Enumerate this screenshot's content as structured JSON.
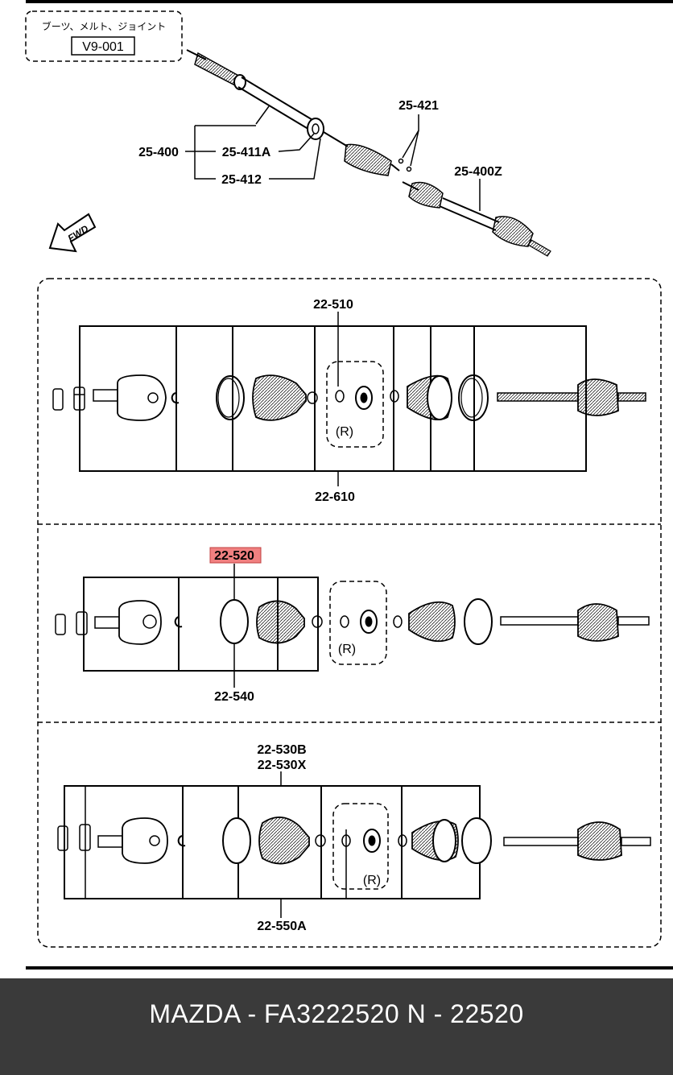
{
  "ref_box": {
    "note": "ブーツ、メルト、ジョイント",
    "code": "V9-001"
  },
  "fwd_label": "FWD",
  "top_labels": {
    "l1": "25-421",
    "l2": "25-400",
    "l3": "25-411A",
    "l4": "25-412",
    "l5": "25-400Z"
  },
  "panels": {
    "p1": {
      "top": "22-510",
      "bottom": "22-610",
      "r": "(R)"
    },
    "p2": {
      "top": "22-520",
      "bottom": "22-540",
      "r": "(R)"
    },
    "p3": {
      "top1": "22-530B",
      "top2": "22-530X",
      "bottom": "22-550A",
      "r": "(R)"
    }
  },
  "highlight_color": "#f08080",
  "footer": {
    "text": "MAZDA - FA3222520   N - 22520"
  }
}
